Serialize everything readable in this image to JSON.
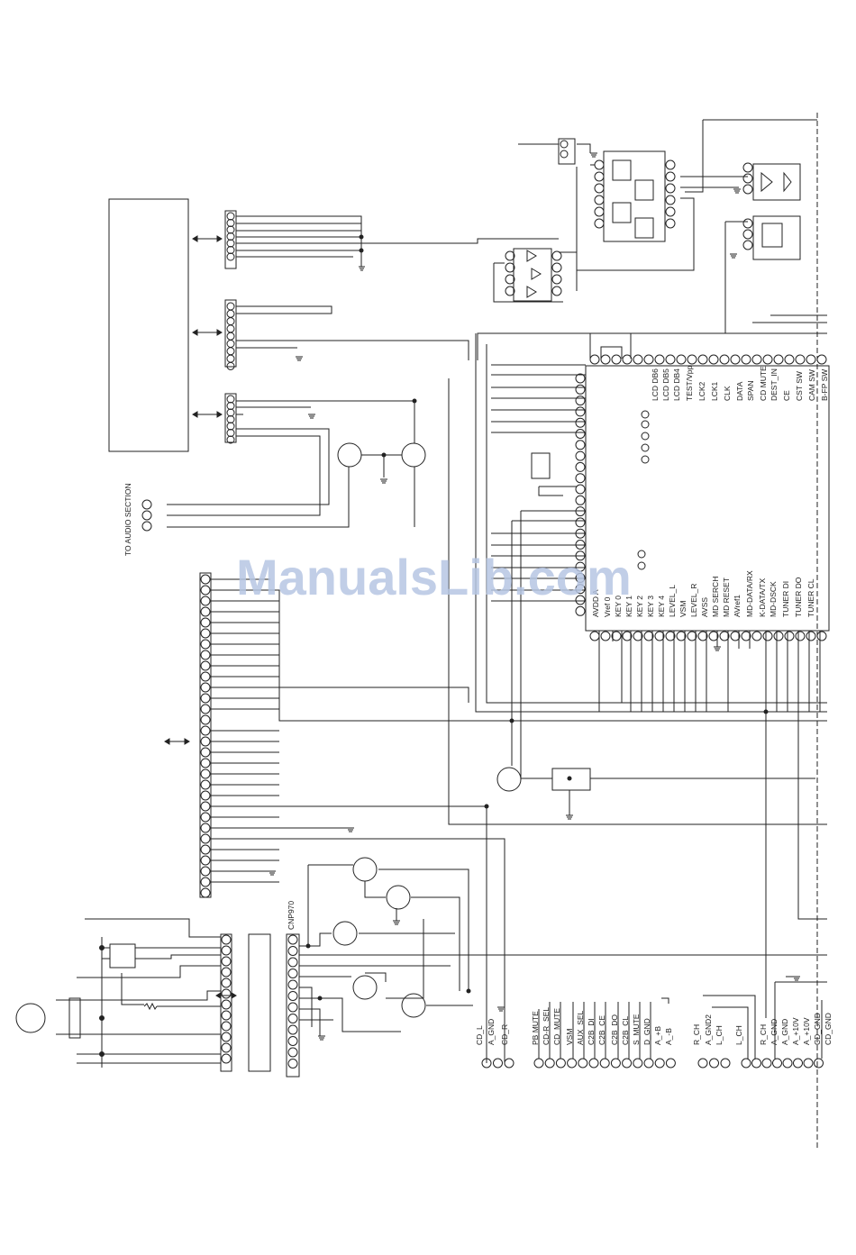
{
  "watermark": "ManualsLib.com",
  "audio_section_label": "TO AUDIO SECTION",
  "connector_label": "CNP970",
  "ic_pin_labels_top": [
    "LCD DB6",
    "LCD DB5",
    "LCD DB4",
    "TEST/Vpp",
    "LCK2",
    "LCK1",
    "CLK",
    "DATA",
    "SPAN",
    "CD MUTE",
    "DEST_IN",
    "CE",
    "CST SW",
    "CAM SW",
    "B-FP SW"
  ],
  "ic_pin_labels_bottom": [
    "AVDD A",
    "Vref 0",
    "KEY 0",
    "KEY 1",
    "KEY 2",
    "KEY 3",
    "KEY 4",
    "LEVEL_L",
    "VSM",
    "LEVEL_R",
    "AVSS",
    "MD SERCH",
    "MD RESET",
    "AVref1",
    "MD-DATA/RX",
    "K-DATA/TX",
    "MD-DSCK",
    "TUNER DI",
    "TUNER DO",
    "TUNER CL"
  ],
  "cd_connector_labels": [
    "CD_L",
    "A_GND",
    "CD_R"
  ],
  "main_connector_labels": [
    "PB MUTE",
    "CD-R_SEL",
    "CD_MUTE",
    "VSM",
    "AUX_SEL",
    "C2B_DI",
    "C2B_CE",
    "C2B_DO",
    "C2B_CL",
    "S_MUTE",
    "D_GND",
    "A_+B",
    "A_-B"
  ],
  "rch_connector_labels": [
    "R_CH",
    "A_GND2",
    "L_CH"
  ],
  "lch_label": "L_CH",
  "right_connector_labels": [
    "R_CH",
    "A_GND",
    "A_GND",
    "A_+10V",
    "A_+10V",
    "CD_GND",
    "CD_GND"
  ]
}
